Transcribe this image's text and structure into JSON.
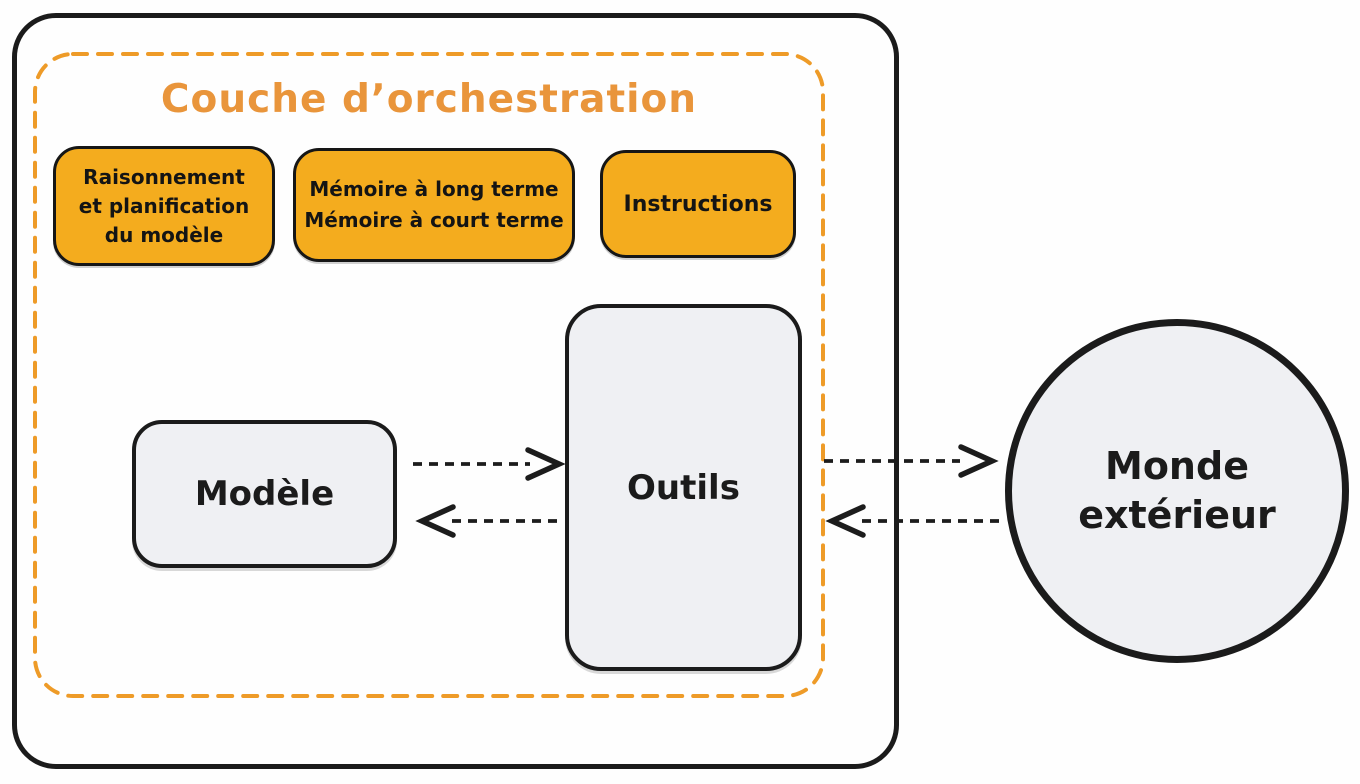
{
  "diagram": {
    "orchestration": {
      "title": "Couche d’orchestration",
      "cards": {
        "reasoning": {
          "line1": "Raisonnement",
          "line2": "et planification",
          "line3": "du modèle"
        },
        "memory": {
          "line1": "Mémoire à long terme",
          "line2": "Mémoire à court terme"
        },
        "instructions": {
          "label": "Instructions"
        }
      }
    },
    "nodes": {
      "model": {
        "label": "Modèle"
      },
      "tools": {
        "label": "Outils"
      },
      "world": {
        "line1": "Monde",
        "line2": "extérieur"
      }
    },
    "connectors": [
      {
        "name": "arrow-model-to-tools",
        "direction": "right",
        "style": "dashed"
      },
      {
        "name": "arrow-tools-to-model",
        "direction": "left",
        "style": "dashed"
      },
      {
        "name": "arrow-tools-to-world",
        "direction": "right",
        "style": "dashed"
      },
      {
        "name": "arrow-world-to-tools",
        "direction": "left",
        "style": "dashed"
      }
    ],
    "colors": {
      "accent_orange_dashed": "#ee9b28",
      "title_orange": "#e9953b",
      "card_orange": "#f4ac1e",
      "node_grey": "#eff0f3",
      "ink": "#1b1b1b"
    }
  }
}
